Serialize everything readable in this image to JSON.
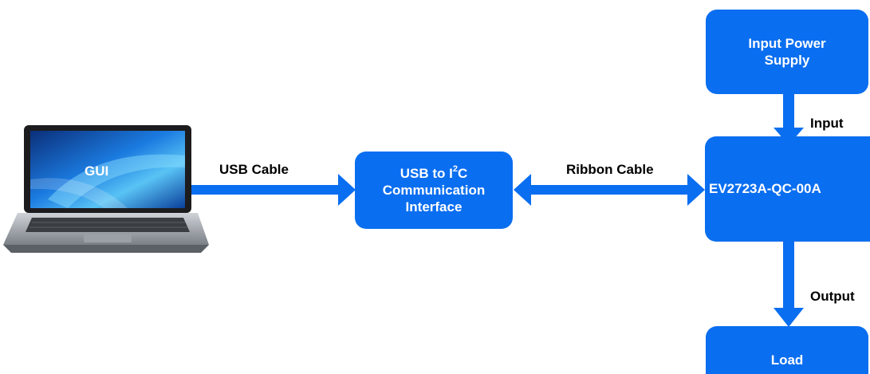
{
  "nodes": {
    "laptop": {
      "label": "GUI",
      "icon": "laptop-icon"
    },
    "usb_i2c": {
      "line1_prefix": "USB to I",
      "line1_sup": "2",
      "line1_suffix": "C",
      "line2": "Communication",
      "line3": "Interface"
    },
    "evb": {
      "label": "EV2723A-QC-00A"
    },
    "power": {
      "line1": "Input Power",
      "line2": "Supply"
    },
    "load": {
      "label": "Load"
    }
  },
  "edges": {
    "usb": "USB Cable",
    "ribbon": "Ribbon Cable",
    "input": "Input",
    "output": "Output"
  },
  "colors": {
    "block": "#0a6ef0",
    "arrow": "#0a6ef0",
    "label": "#000000"
  }
}
